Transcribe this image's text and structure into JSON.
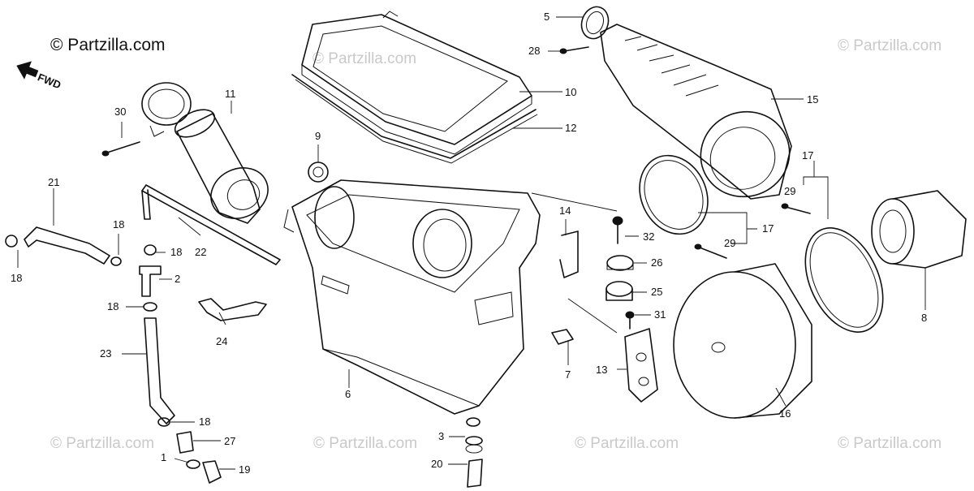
{
  "copyright": "© Partzilla.com",
  "watermark_text": "© Partzilla.com",
  "direction_label": "FWD",
  "part_labels": {
    "p1": "1",
    "p2": "2",
    "p3": "3",
    "p5": "5",
    "p6": "6",
    "p7": "7",
    "p8": "8",
    "p9": "9",
    "p10": "10",
    "p11": "11",
    "p12": "12",
    "p13": "13",
    "p14": "14",
    "p15": "15",
    "p16": "16",
    "p17a": "17",
    "p17b": "17",
    "p18a": "18",
    "p18b": "18",
    "p18c": "18",
    "p18d": "18",
    "p18e": "18",
    "p19": "19",
    "p20": "20",
    "p21": "21",
    "p22": "22",
    "p23": "23",
    "p24": "24",
    "p25": "25",
    "p26": "26",
    "p27": "27",
    "p28": "28",
    "p29a": "29",
    "p29b": "29",
    "p30": "30",
    "p31": "31",
    "p32": "32"
  },
  "colors": {
    "line": "#111111",
    "watermark": "#c9c9c9",
    "background": "#ffffff"
  }
}
